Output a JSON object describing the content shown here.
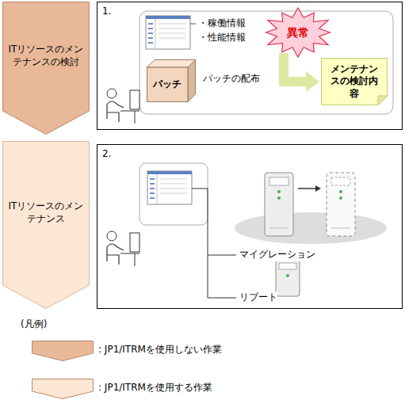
{
  "diagram": {
    "nodes": [
      {
        "text": [
          "ITリソースのメンテナンスの検討"
        ]
      },
      {
        "text": [
          "1."
        ]
      },
      {
        "text": [
          "異常"
        ],
        "in": 1
      },
      {
        "text": [
          "パッチ"
        ],
        "in": 1
      },
      {
        "text": [
          "メンテナンスの検討内容"
        ],
        "in": 1
      },
      {
        "text": [
          "ITリソースのメンテナンス"
        ]
      },
      {
        "text": [
          "2."
        ]
      }
    ],
    "edges": [
      {
        "from": 2,
        "to": 4,
        "arrow": "to"
      }
    ],
    "labels": [
      "・稼働情報",
      "・性能情報",
      "パッチの配布",
      "マイグレーション",
      "リブート",
      "(凡例)"
    ],
    "legend": [
      {
        "text": ": JP1/ITRMを使用しない作業",
        "color": "#e8b898"
      },
      {
        "text": ": JP1/ITRMを使用する作業",
        "color": "#fce6d4"
      }
    ]
  }
}
